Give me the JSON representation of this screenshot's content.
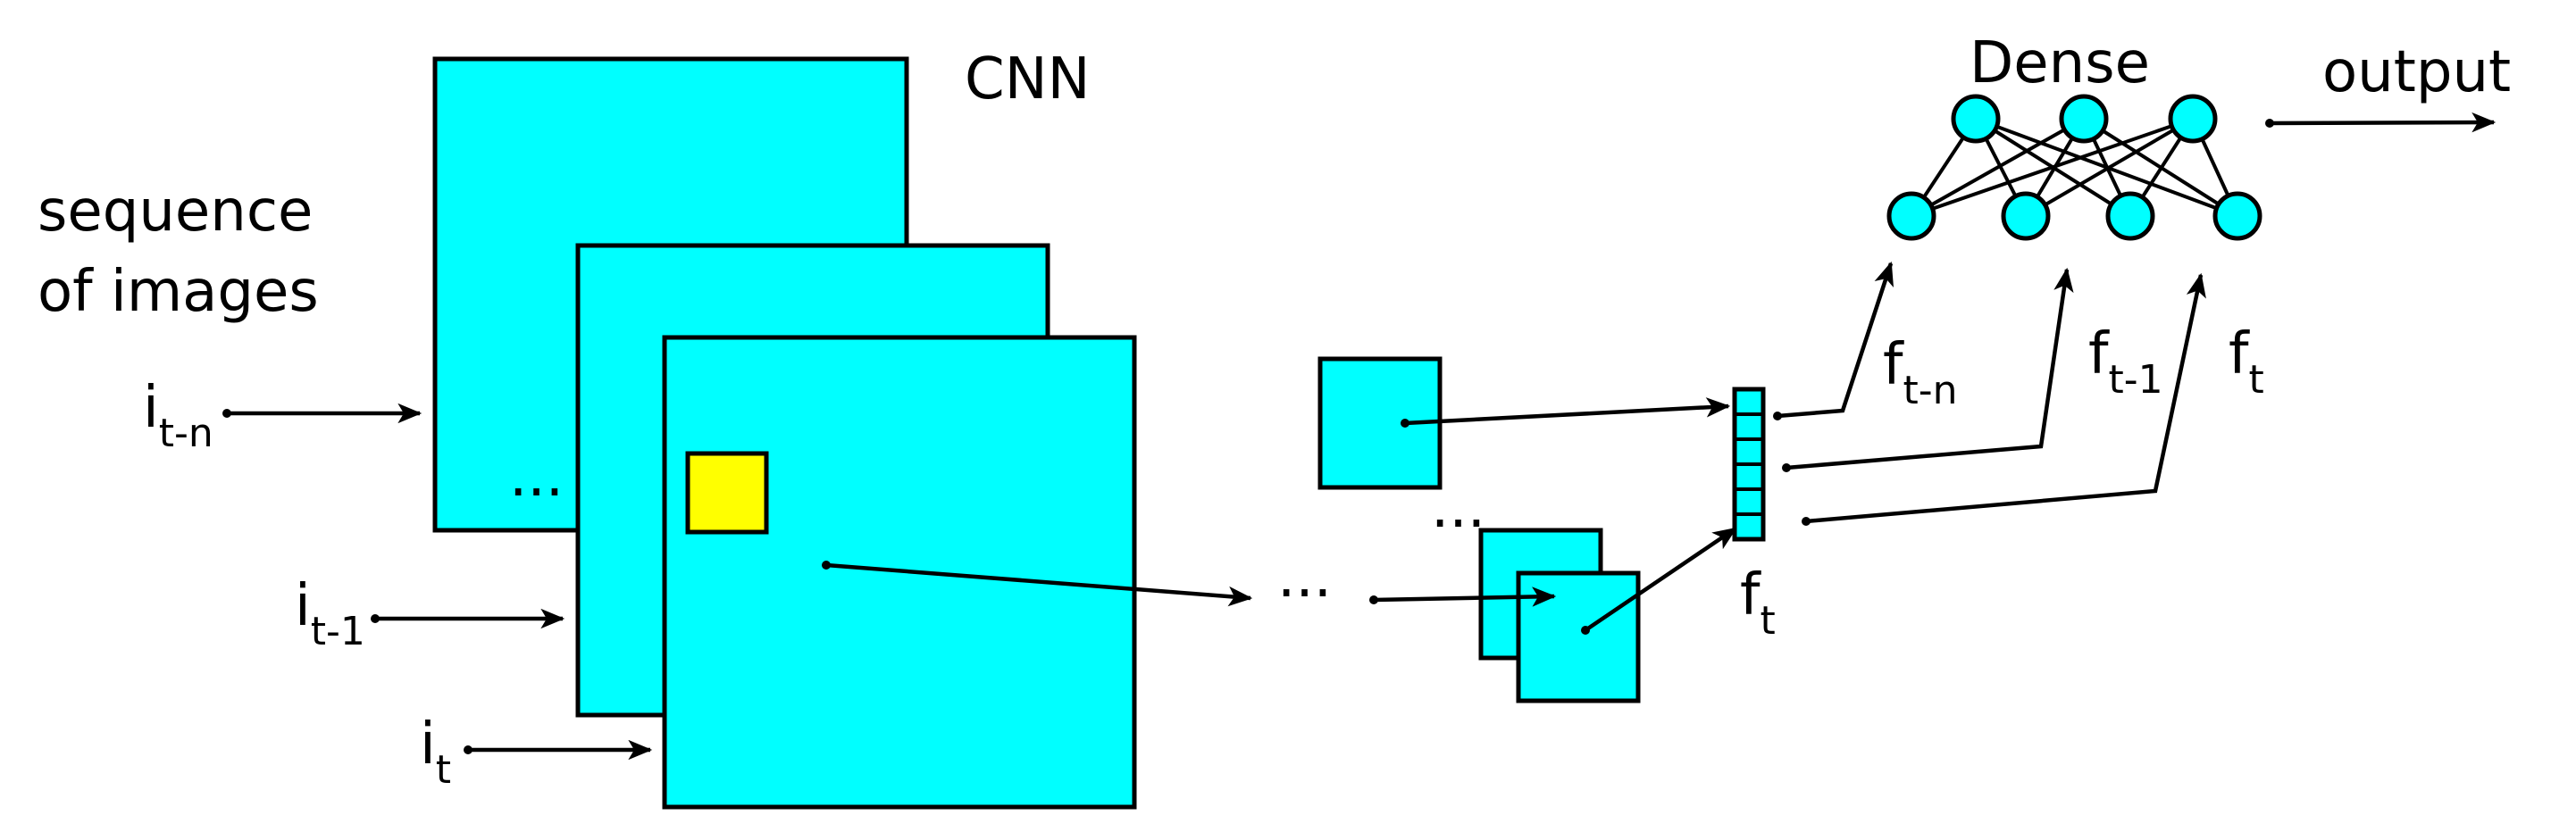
{
  "labels": {
    "cnn": "CNN",
    "sequence_line1": "sequence",
    "sequence_line2": "of images",
    "dense": "Dense",
    "output": "output",
    "ellipsis": "..."
  },
  "inputs": [
    {
      "base": "i",
      "sub": "t-n"
    },
    {
      "base": "i",
      "sub": "t-1"
    },
    {
      "base": "i",
      "sub": "t"
    }
  ],
  "features": [
    {
      "base": "f",
      "sub": "t-n"
    },
    {
      "base": "f",
      "sub": "t-1"
    },
    {
      "base": "f",
      "sub": "t"
    }
  ],
  "feature_vector_label": {
    "base": "f",
    "sub": "t"
  },
  "colors": {
    "cyan": "#00ffff",
    "yellow": "#ffff00",
    "stroke": "#000000"
  }
}
